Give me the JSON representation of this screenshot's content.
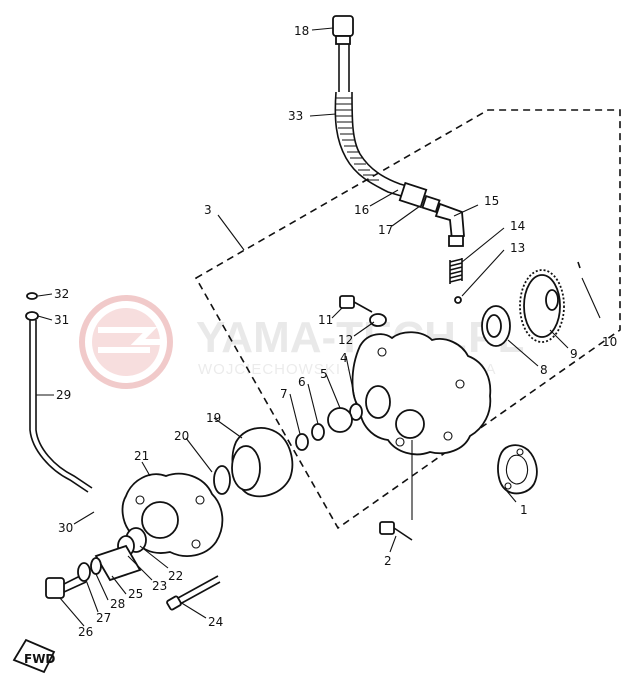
{
  "watermark": {
    "title": "YAMA-TECH.PL",
    "subtitle": "WOJCIECHOWSKI - DEALER YAMAHA",
    "color": "#e6a0a0"
  },
  "direction_marker": "FWD",
  "callouts": [
    "1",
    "2",
    "3",
    "4",
    "5",
    "6",
    "7",
    "8",
    "9",
    "10",
    "11",
    "12",
    "13",
    "14",
    "15",
    "16",
    "17",
    "18",
    "19",
    "20",
    "21",
    "22",
    "23",
    "24",
    "25",
    "26",
    "27",
    "28",
    "29",
    "30",
    "31",
    "32",
    "33"
  ]
}
